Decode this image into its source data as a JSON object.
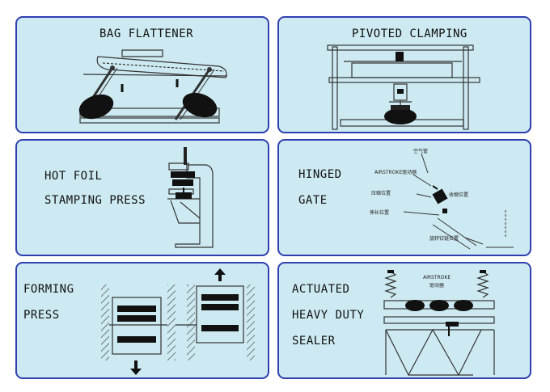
{
  "panels": {
    "bag_flattener": {
      "title": "BAG FLATTENER"
    },
    "pivoted_clamping": {
      "title": "PIVOTED CLAMPING"
    },
    "hot_foil": {
      "title_line1": "HOT FOIL",
      "title_line2": "STAMPING PRESS"
    },
    "hinged_gate": {
      "title_line1": "HINGED",
      "title_line2": "GATE",
      "labels": [
        "空气管",
        "AIRSTROKE驱动器",
        "收缩位置",
        "压缩位置",
        "伸长位置",
        "旋转铰链位置"
      ]
    },
    "forming_press": {
      "title_line1": "FORMING",
      "title_line2": "PRESS"
    },
    "heavy_duty_sealer": {
      "title_line1": "ACTUATED",
      "title_line2": "HEAVY DUTY",
      "title_line3": "SEALER",
      "label_line1": "AIRSTROKE",
      "label_line2": "驱动器"
    }
  }
}
